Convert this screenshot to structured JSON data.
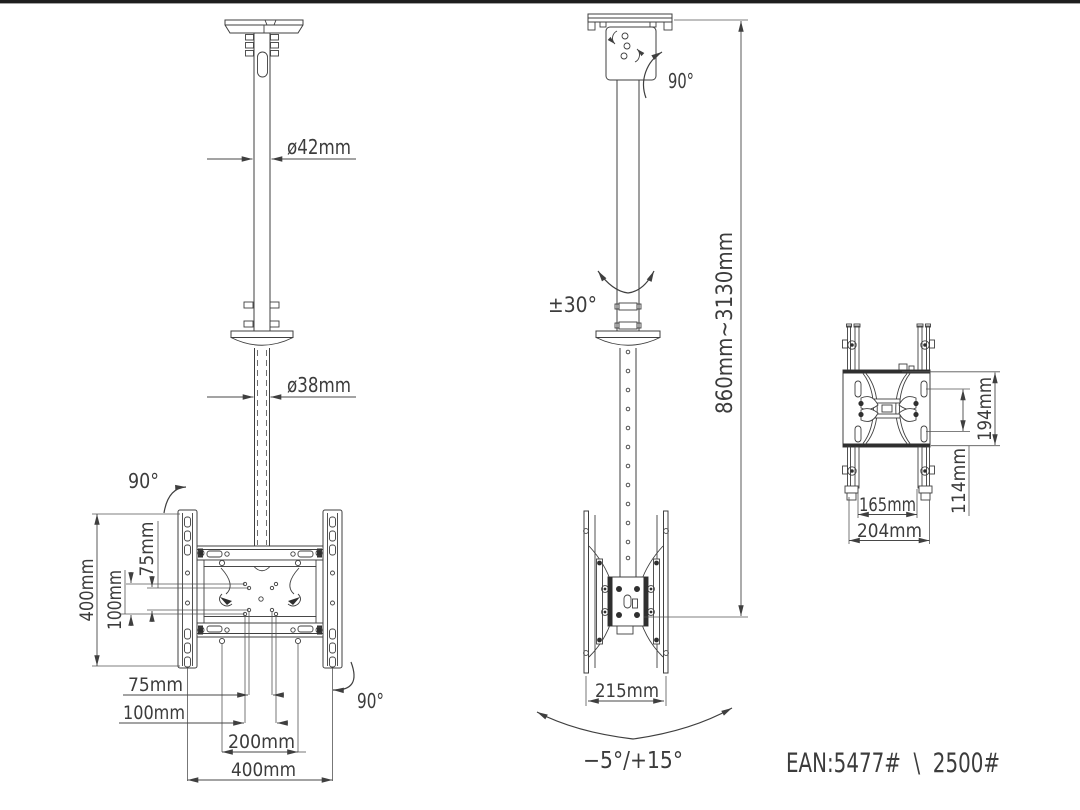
{
  "page": {
    "top_border_color": "#1f1f1f",
    "line_color": "#3f3f3f"
  },
  "views": {
    "front": {
      "labels": {
        "dia_upper": "ø42mm",
        "dia_lower": "ø38mm",
        "swivel_top": "90°",
        "swivel_bottom": "90°",
        "height_400": "400mm",
        "vesa_v75": "75mm",
        "vesa_v100": "100mm",
        "vesa_h75": "75mm",
        "vesa_h100": "100mm",
        "hole_h200": "200mm",
        "width_400": "400mm"
      }
    },
    "side": {
      "labels": {
        "swivel": "90°",
        "pole_rotation": "±30°",
        "height_range": "860mm~3130mm",
        "bracket_depth": "215mm",
        "tilt_range": "−5°/+15°"
      }
    },
    "top": {
      "labels": {
        "depth_194": "194mm",
        "depth_114": "114mm",
        "width_165": "165mm",
        "width_204": "204mm"
      }
    },
    "footer": {
      "ean_code": "EAN:5477#  \\  2500#"
    }
  }
}
